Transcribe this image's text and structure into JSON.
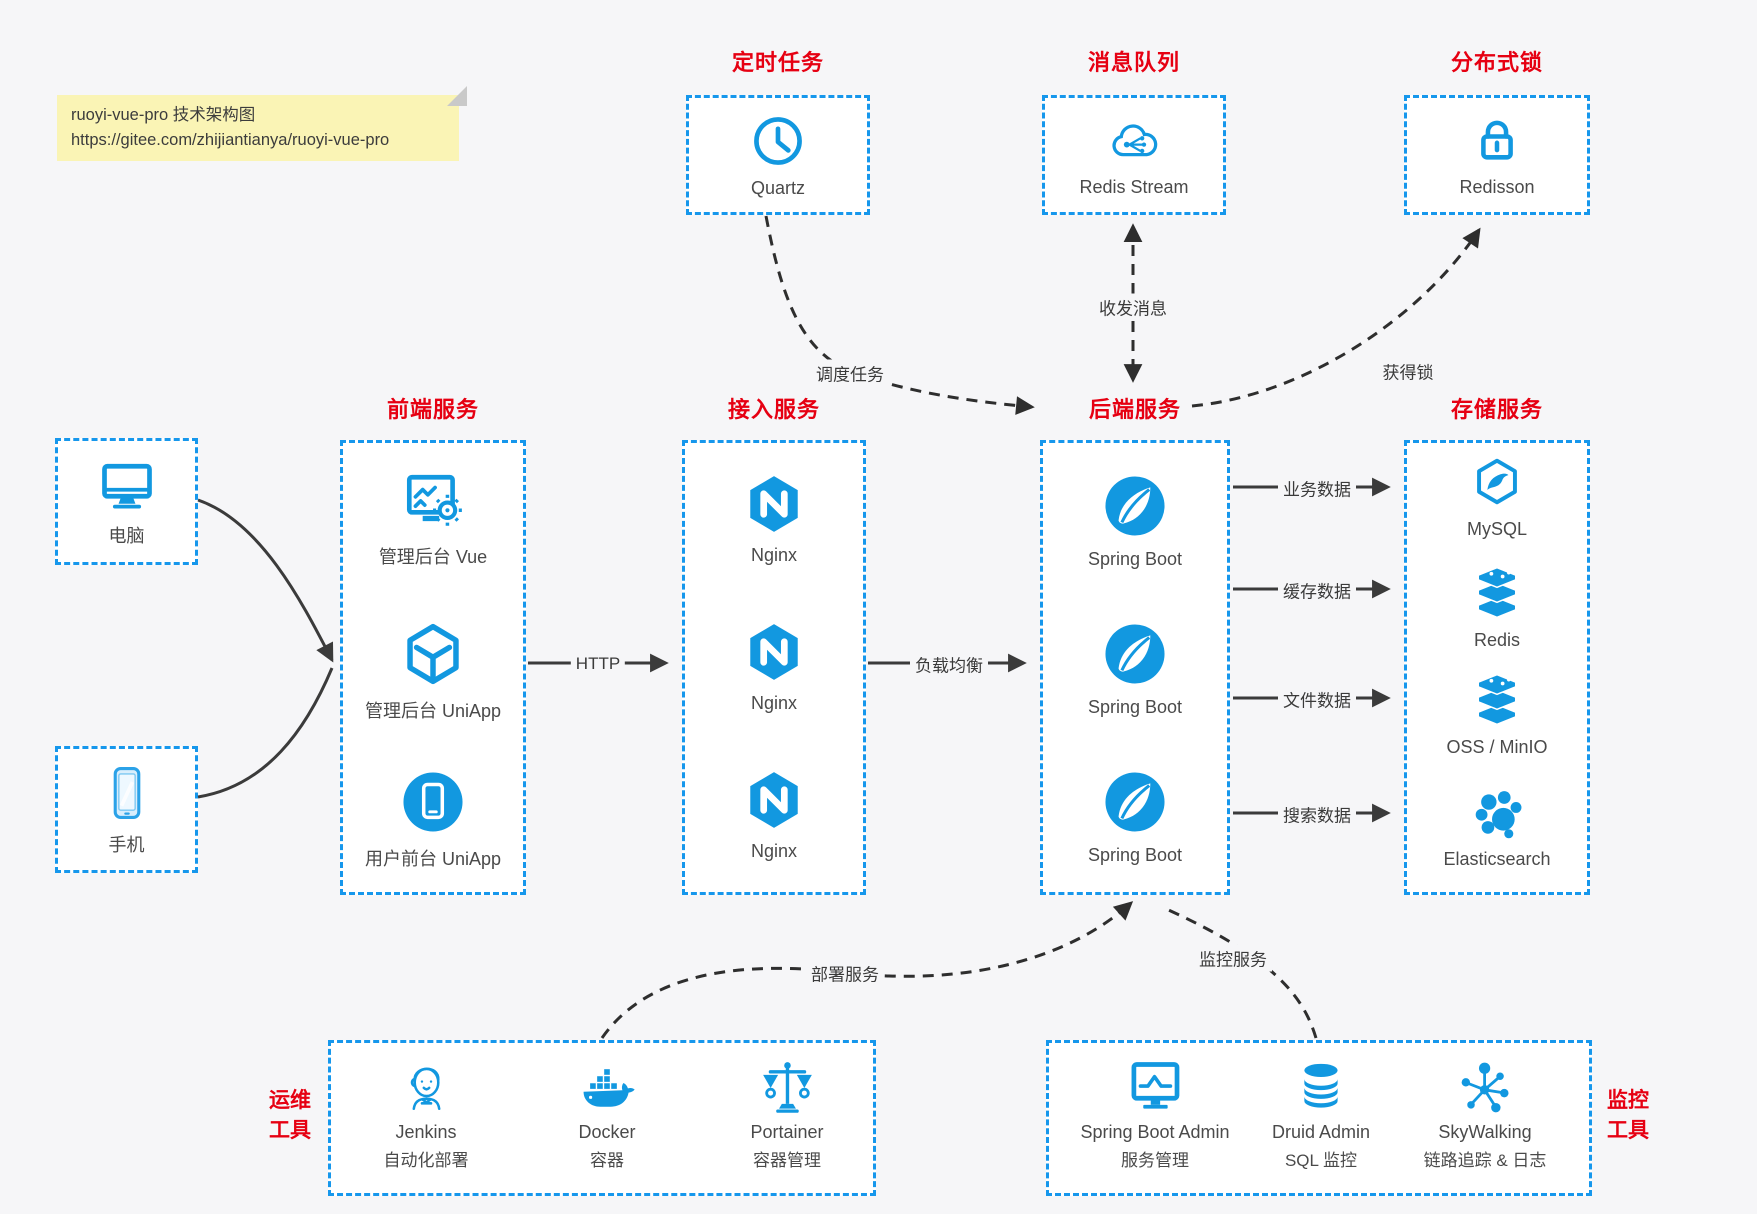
{
  "note": {
    "line1": "ruoyi-vue-pro 技术架构图",
    "line2": "https://gitee.com/zhijiantianya/ruoyi-vue-pro"
  },
  "groups": {
    "scheduler": {
      "title": "定时任务",
      "items": [
        {
          "icon": "clock-icon",
          "label": "Quartz"
        }
      ]
    },
    "mq": {
      "title": "消息队列",
      "items": [
        {
          "icon": "cloud-network-icon",
          "label": "Redis Stream"
        }
      ]
    },
    "lock": {
      "title": "分布式锁",
      "items": [
        {
          "icon": "padlock-icon",
          "label": "Redisson"
        }
      ]
    },
    "clients": {
      "items": [
        {
          "icon": "desktop-icon",
          "label": "电脑"
        },
        {
          "icon": "smartphone-icon",
          "label": "手机"
        }
      ]
    },
    "frontend": {
      "title": "前端服务",
      "items": [
        {
          "icon": "admin-vue-icon",
          "label": "管理后台 Vue"
        },
        {
          "icon": "uniapp-cube-icon",
          "label": "管理后台 UniApp"
        },
        {
          "icon": "mobile-app-icon",
          "label": "用户前台 UniApp"
        }
      ]
    },
    "gateway": {
      "title": "接入服务",
      "items": [
        {
          "icon": "nginx-icon",
          "label": "Nginx"
        },
        {
          "icon": "nginx-icon",
          "label": "Nginx"
        },
        {
          "icon": "nginx-icon",
          "label": "Nginx"
        }
      ]
    },
    "backend": {
      "title": "后端服务",
      "items": [
        {
          "icon": "spring-boot-icon",
          "label": "Spring Boot"
        },
        {
          "icon": "spring-boot-icon",
          "label": "Spring Boot"
        },
        {
          "icon": "spring-boot-icon",
          "label": "Spring Boot"
        }
      ]
    },
    "storage": {
      "title": "存储服务",
      "items": [
        {
          "icon": "mysql-icon",
          "label": "MySQL"
        },
        {
          "icon": "redis-icon",
          "label": "Redis"
        },
        {
          "icon": "object-storage-icon",
          "label": "OSS / MinIO"
        },
        {
          "icon": "elasticsearch-icon",
          "label": "Elasticsearch"
        }
      ]
    },
    "devops": {
      "title": "运维工具",
      "items": [
        {
          "icon": "jenkins-icon",
          "label": "Jenkins",
          "sub": "自动化部署"
        },
        {
          "icon": "docker-icon",
          "label": "Docker",
          "sub": "容器"
        },
        {
          "icon": "portainer-icon",
          "label": "Portainer",
          "sub": "容器管理"
        }
      ]
    },
    "monitoring": {
      "title": "监控工具",
      "items": [
        {
          "icon": "spring-boot-admin-icon",
          "label": "Spring Boot Admin",
          "sub": "服务管理"
        },
        {
          "icon": "druid-icon",
          "label": "Druid Admin",
          "sub": "SQL 监控"
        },
        {
          "icon": "skywalking-icon",
          "label": "SkyWalking",
          "sub": "链路追踪 & 日志"
        }
      ]
    }
  },
  "edges": {
    "http": "HTTP",
    "load_balance": "负载均衡",
    "schedule": "调度任务",
    "message": "收发消息",
    "acquire_lock": "获得锁",
    "business_data": "业务数据",
    "cache_data": "缓存数据",
    "file_data": "文件数据",
    "search_data": "搜索数据",
    "deploy": "部署服务",
    "monitor": "监控服务"
  },
  "colors": {
    "box_dash_blue": "#1697ec",
    "icon_blue": "#1298e0",
    "title_red": "#e60012",
    "line_dark": "#3b3b3b",
    "note_bg": "#faf4b5",
    "page_bg": "#f6f6f8"
  }
}
